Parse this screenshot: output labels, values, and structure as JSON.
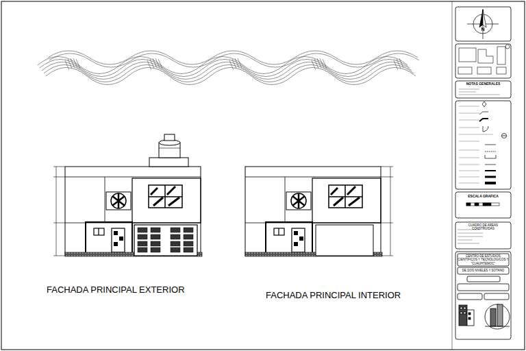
{
  "diagram": {
    "nodes": [
      {
        "text": [
          "N"
        ]
      },
      {
        "text": [
          "NOTAS GENERALES"
        ]
      },
      {
        "text": [
          "ESCALA GRAFICA"
        ]
      },
      {
        "text": [
          "CUADRO DE AREAS CONSTRUIDAS"
        ]
      },
      {
        "text": [
          "CENTRO DE ESTUDIOS CIENTIFICOS Y TECNOLOGICOS Y \"CUAUHTEMOC\""
        ]
      },
      {
        "text": [
          "DE DOS NIVELES Y SOTANO"
        ]
      }
    ],
    "labels": [
      "FACHADA PRINCIPAL EXTERIOR",
      "FACHADA PRINCIPAL INTERIOR"
    ]
  }
}
